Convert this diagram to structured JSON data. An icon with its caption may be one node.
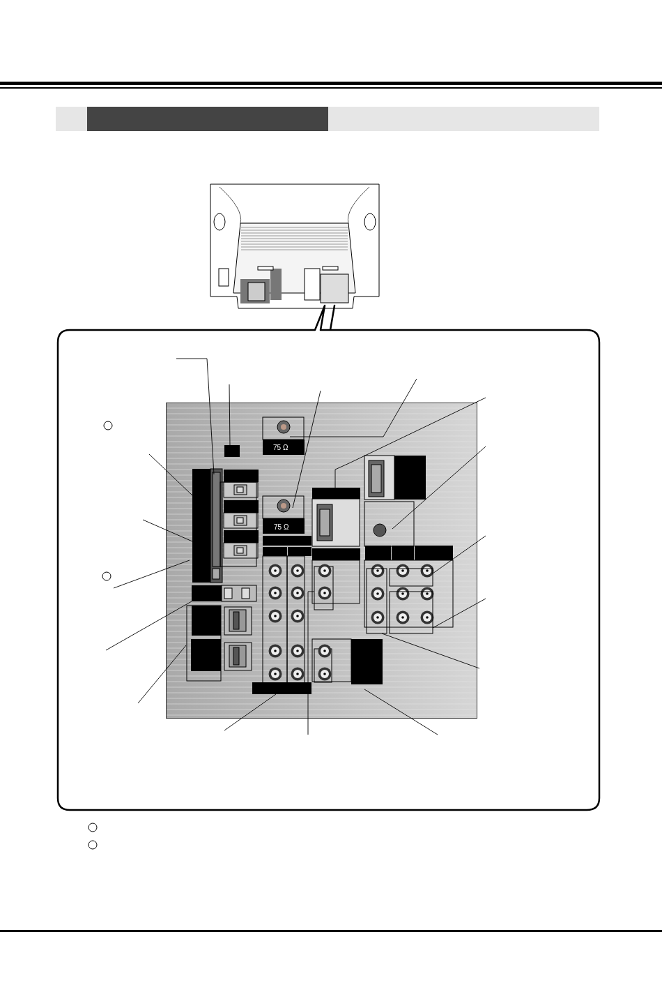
{
  "diagram": {
    "nodes": [
      {
        "text": [],
        "shape": "picture"
      },
      {
        "text": [],
        "shape": "box"
      },
      {
        "text": [],
        "shape": "picture",
        "in": 1
      }
    ],
    "edges": [
      {
        "from": null,
        "to": 2,
        "arrow": "none"
      },
      {
        "from": null,
        "to": 2,
        "arrow": "none"
      },
      {
        "from": null,
        "to": 2,
        "arrow": "none"
      },
      {
        "from": null,
        "to": 2,
        "arrow": "none"
      },
      {
        "from": null,
        "to": 2,
        "arrow": "none"
      },
      {
        "from": null,
        "to": 2,
        "arrow": "none"
      },
      {
        "from": null,
        "to": 2,
        "arrow": "none"
      },
      {
        "from": null,
        "to": 2,
        "arrow": "none"
      },
      {
        "from": null,
        "to": 2,
        "arrow": "none"
      },
      {
        "from": null,
        "to": 2,
        "arrow": "none"
      },
      {
        "from": null,
        "to": 2,
        "arrow": "none"
      },
      {
        "from": null,
        "to": 2,
        "arrow": "none"
      },
      {
        "from": null,
        "to": 2,
        "arrow": "none"
      },
      {
        "from": null,
        "to": 2,
        "arrow": "none"
      },
      {
        "from": null,
        "to": 2,
        "arrow": "none"
      },
      {
        "from": null,
        "to": 2,
        "arrow": "none"
      },
      {
        "from": null,
        "to": 2,
        "arrow": "none"
      }
    ],
    "labels": [
      "75 Ω",
      "75 Ω"
    ]
  }
}
